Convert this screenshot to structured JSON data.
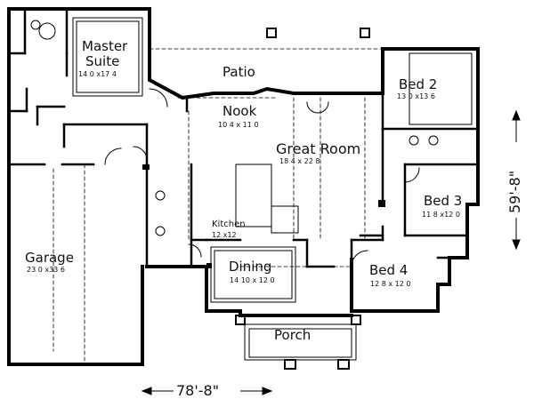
{
  "rooms": {
    "master_suite": {
      "name_line1": "Master",
      "name_line2": "Suite",
      "dims": "14 0 x17 4"
    },
    "patio": {
      "name": "Patio"
    },
    "nook": {
      "name": "Nook",
      "dims": "10 4 x 11 0"
    },
    "great_room": {
      "name": "Great Room",
      "dims": "18 4 x 22 8"
    },
    "bed2": {
      "name": "Bed 2",
      "dims": "13 0 x13 6"
    },
    "bed3": {
      "name": "Bed 3",
      "dims": "11 8 x12 0"
    },
    "bed4": {
      "name": "Bed 4",
      "dims": "12 8 x 12 0"
    },
    "kitchen": {
      "name": "Kitchen",
      "dims": "12 x12"
    },
    "dining": {
      "name": "Dining",
      "dims": "14 10 x 12 0"
    },
    "garage": {
      "name": "Garage",
      "dims": "23 0 x33 6"
    },
    "porch": {
      "name": "Porch"
    }
  },
  "overall": {
    "width": "78'-8\"",
    "depth": "59'-8\""
  }
}
